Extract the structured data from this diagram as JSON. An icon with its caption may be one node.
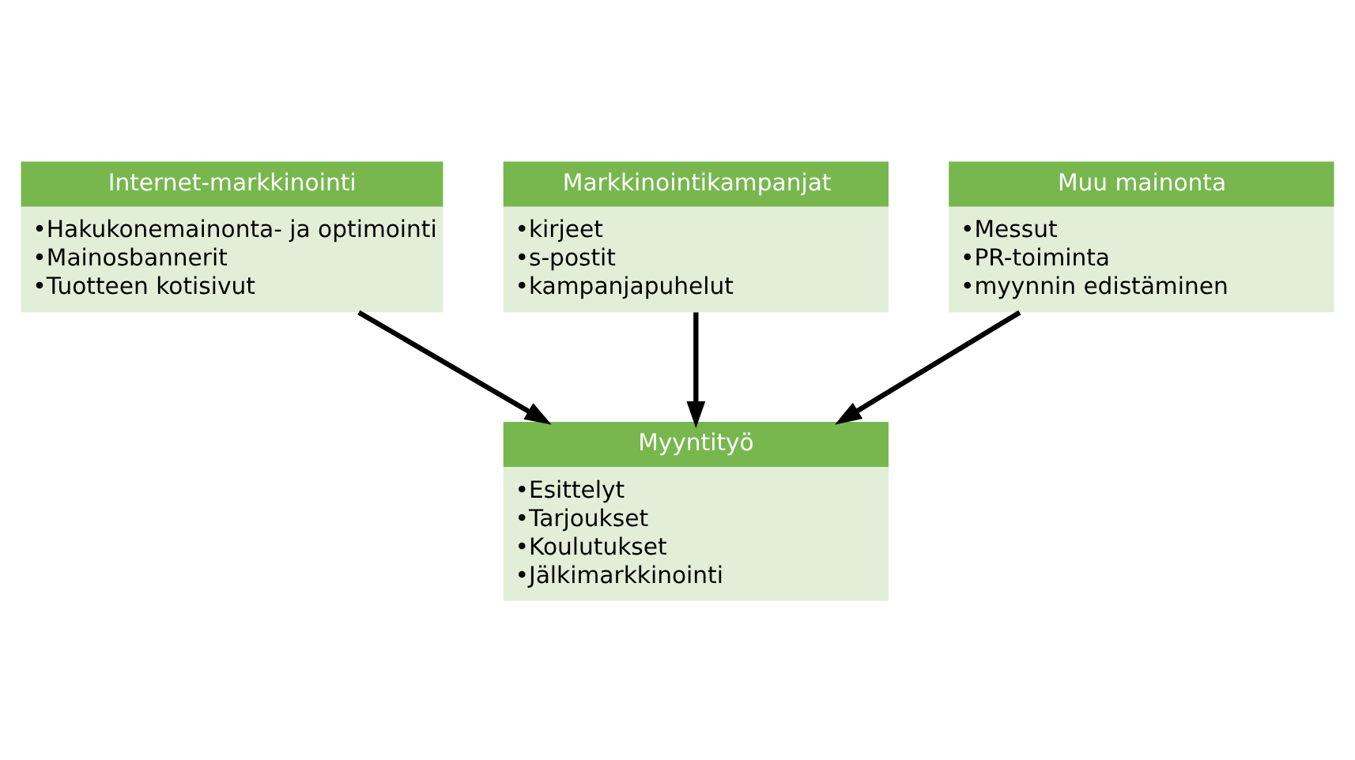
{
  "diagram": {
    "nodes": [
      {
        "text": [
          "Internet-markkinointi",
          "•Hakukonemainonta- ja optimointi",
          "•Mainosbannerit",
          "•Tuotteen kotisivut"
        ]
      },
      {
        "text": [
          "Markkinointikampanjat",
          "•kirjeet",
          "•s-postit",
          "•kampanjapuhelut"
        ]
      },
      {
        "text": [
          "Muu mainonta",
          "•Messut",
          "•PR-toiminta",
          "•myynnin edistäminen"
        ]
      },
      {
        "text": [
          "Myyntityö",
          "•Esittelyt",
          "•Tarjoukset",
          "•Koulutukset",
          "•Jälkimarkkinointi"
        ]
      }
    ],
    "edges": [
      {
        "from": 0,
        "to": 3,
        "arrow": "to"
      },
      {
        "from": 1,
        "to": 3,
        "arrow": "to"
      },
      {
        "from": 2,
        "to": 3,
        "arrow": "to"
      }
    ]
  }
}
